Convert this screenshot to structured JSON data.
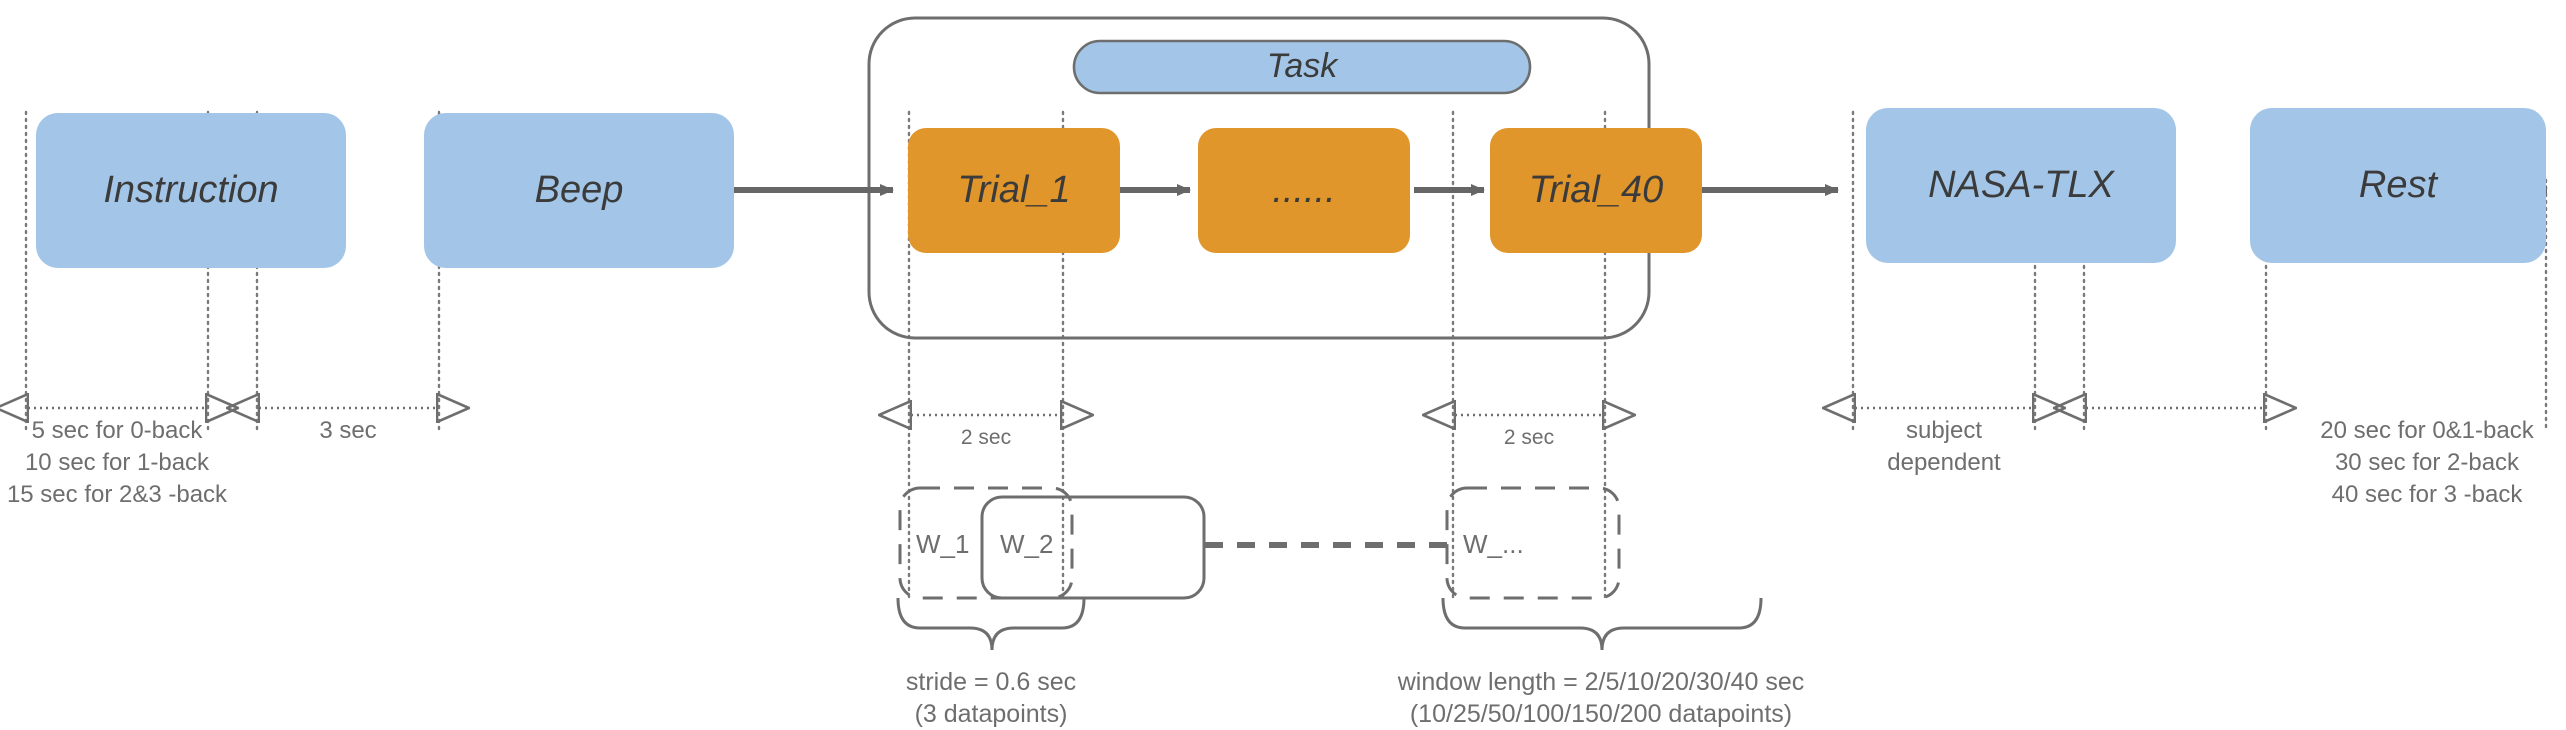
{
  "diagram": {
    "title": "n-back experiment protocol timeline",
    "colors": {
      "blue_fill": "#a3c6e8",
      "orange_fill": "#e0962a",
      "stroke_gray": "#6e6e6e",
      "text_dark": "#3b3b3b",
      "text_gray": "#6e6e6e",
      "arrow_gray": "#666666",
      "background": "#ffffff"
    },
    "blocks": [
      {
        "id": "instruction",
        "label": "Instruction",
        "fill": "blue"
      },
      {
        "id": "beep",
        "label": "Beep",
        "fill": "blue"
      },
      {
        "id": "task",
        "label": "Task",
        "fill": "blue"
      },
      {
        "id": "nasa_tlx",
        "label": "NASA-TLX",
        "fill": "blue"
      },
      {
        "id": "rest",
        "label": "Rest",
        "fill": "blue"
      }
    ],
    "trials": [
      {
        "id": "trial_1",
        "label": "Trial_1",
        "fill": "orange"
      },
      {
        "id": "trial_mid",
        "label": "......",
        "fill": "orange"
      },
      {
        "id": "trial_40",
        "label": "Trial_40",
        "fill": "orange"
      }
    ],
    "durations": [
      {
        "for": "instruction",
        "lines": [
          "5 sec for 0-back",
          "10 sec for 1-back",
          "15 sec for 2&3 -back"
        ]
      },
      {
        "for": "beep",
        "lines": [
          "3 sec"
        ]
      },
      {
        "for": "trial_1",
        "lines": [
          "2 sec"
        ]
      },
      {
        "for": "trial_40",
        "lines": [
          "2 sec"
        ]
      },
      {
        "for": "nasa_tlx",
        "lines": [
          "subject",
          "dependent"
        ]
      },
      {
        "for": "rest",
        "lines": [
          "20 sec for 0&1-back",
          "30 sec for 2-back",
          "40 sec for 3 -back"
        ]
      }
    ],
    "windows": [
      {
        "id": "w_1",
        "label": "W_1",
        "style": "dashed"
      },
      {
        "id": "w_2",
        "label": "W_2",
        "style": "solid"
      },
      {
        "id": "w_dots",
        "label": "W_...",
        "style": "dashed"
      }
    ],
    "captions": [
      {
        "for": "stride",
        "lines": [
          "stride = 0.6 sec",
          "(3 datapoints)"
        ]
      },
      {
        "for": "window_length",
        "lines": [
          "window length = 2/5/10/20/30/40 sec",
          "(10/25/50/100/150/200 datapoints)"
        ]
      }
    ]
  }
}
